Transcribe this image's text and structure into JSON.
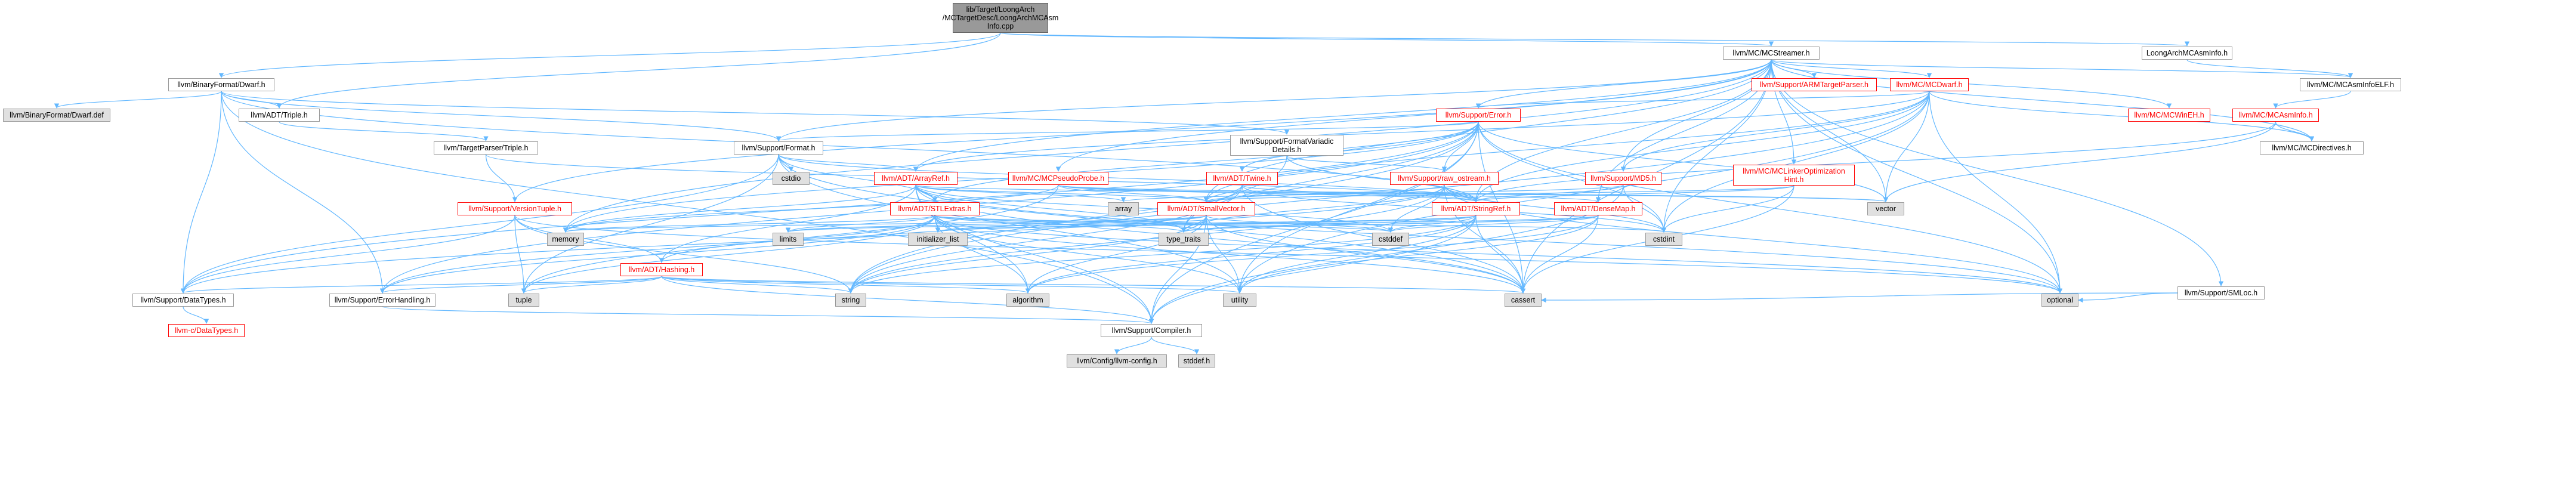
{
  "graph": {
    "edge_color": "#63b8ff",
    "node_border_color": "#999999",
    "missing_node_color": "#ff0000",
    "system_node_fill": "#e0e0e0",
    "root_node_fill": "#999999"
  },
  "nodes": [
    {
      "id": "root",
      "label": "lib/Target/LoongArch\n/MCTargetDesc/LoongArchMCAsm\nInfo.cpp",
      "style": "root"
    },
    {
      "id": "lamcasminfo",
      "label": "LoongArchMCAsmInfo.h",
      "style": "normal"
    },
    {
      "id": "mcstreamer",
      "label": "llvm/MC/MCStreamer.h",
      "style": "normal"
    },
    {
      "id": "dwarf",
      "label": "llvm/BinaryFormat/Dwarf.h",
      "style": "normal"
    },
    {
      "id": "dwarfdef",
      "label": "llvm/BinaryFormat/Dwarf.def",
      "style": "gray"
    },
    {
      "id": "triple",
      "label": "llvm/ADT/Triple.h",
      "style": "normal"
    },
    {
      "id": "tptriple",
      "label": "llvm/TargetParser/Triple.h",
      "style": "normal"
    },
    {
      "id": "armtp",
      "label": "llvm/Support/ARMTargetParser.h",
      "style": "red"
    },
    {
      "id": "mcdwarf",
      "label": "llvm/MC/MCDwarf.h",
      "style": "red"
    },
    {
      "id": "mcasminfoelf",
      "label": "llvm/MC/MCAsmInfoELF.h",
      "style": "normal"
    },
    {
      "id": "error",
      "label": "llvm/Support/Error.h",
      "style": "red"
    },
    {
      "id": "format",
      "label": "llvm/Support/Format.h",
      "style": "normal"
    },
    {
      "id": "fmtvariadic",
      "label": "llvm/Support/FormatVariadic\nDetails.h",
      "style": "normal"
    },
    {
      "id": "mcwineh",
      "label": "llvm/MC/MCWinEH.h",
      "style": "red"
    },
    {
      "id": "mcasminfo",
      "label": "llvm/MC/MCAsmInfo.h",
      "style": "red"
    },
    {
      "id": "mcdirectives",
      "label": "llvm/MC/MCDirectives.h",
      "style": "normal"
    },
    {
      "id": "cstdio",
      "label": "cstdio",
      "style": "gray"
    },
    {
      "id": "arrayref",
      "label": "llvm/ADT/ArrayRef.h",
      "style": "red"
    },
    {
      "id": "pseudoprobe",
      "label": "llvm/MC/MCPseudoProbe.h",
      "style": "red"
    },
    {
      "id": "twine",
      "label": "llvm/ADT/Twine.h",
      "style": "red"
    },
    {
      "id": "rawostream",
      "label": "llvm/Support/raw_ostream.h",
      "style": "red"
    },
    {
      "id": "md5",
      "label": "llvm/Support/MD5.h",
      "style": "red"
    },
    {
      "id": "linkeropt",
      "label": "llvm/MC/MCLinkerOptimization\nHint.h",
      "style": "red"
    },
    {
      "id": "versiontuple",
      "label": "llvm/Support/VersionTuple.h",
      "style": "red"
    },
    {
      "id": "stlextras",
      "label": "llvm/ADT/STLExtras.h",
      "style": "red"
    },
    {
      "id": "array",
      "label": "array",
      "style": "gray"
    },
    {
      "id": "smallvector",
      "label": "llvm/ADT/SmallVector.h",
      "style": "red"
    },
    {
      "id": "stringref",
      "label": "llvm/ADT/StringRef.h",
      "style": "red"
    },
    {
      "id": "densemap",
      "label": "llvm/ADT/DenseMap.h",
      "style": "red"
    },
    {
      "id": "vector",
      "label": "vector",
      "style": "gray"
    },
    {
      "id": "memory",
      "label": "memory",
      "style": "gray"
    },
    {
      "id": "limits",
      "label": "limits",
      "style": "gray"
    },
    {
      "id": "initlist",
      "label": "initializer_list",
      "style": "gray"
    },
    {
      "id": "typetraits",
      "label": "type_traits",
      "style": "gray"
    },
    {
      "id": "cstddef",
      "label": "cstddef",
      "style": "gray"
    },
    {
      "id": "cstdint",
      "label": "cstdint",
      "style": "gray"
    },
    {
      "id": "hashing",
      "label": "llvm/ADT/Hashing.h",
      "style": "red"
    },
    {
      "id": "datatypes",
      "label": "llvm/Support/DataTypes.h",
      "style": "normal"
    },
    {
      "id": "errhandling",
      "label": "llvm/Support/ErrorHandling.h",
      "style": "normal"
    },
    {
      "id": "tuple",
      "label": "tuple",
      "style": "gray"
    },
    {
      "id": "string",
      "label": "string",
      "style": "gray"
    },
    {
      "id": "algorithm",
      "label": "algorithm",
      "style": "gray"
    },
    {
      "id": "utility",
      "label": "utility",
      "style": "gray"
    },
    {
      "id": "cassert",
      "label": "cassert",
      "style": "gray"
    },
    {
      "id": "optional",
      "label": "optional",
      "style": "gray"
    },
    {
      "id": "smloc",
      "label": "llvm/Support/SMLoc.h",
      "style": "normal"
    },
    {
      "id": "compiler",
      "label": "llvm/Support/Compiler.h",
      "style": "normal"
    },
    {
      "id": "cdatatypes",
      "label": "llvm-c/DataTypes.h",
      "style": "red"
    },
    {
      "id": "llvmconfig",
      "label": "llvm/Config/llvm-config.h",
      "style": "gray"
    },
    {
      "id": "stddef",
      "label": "stddef.h",
      "style": "gray"
    }
  ]
}
